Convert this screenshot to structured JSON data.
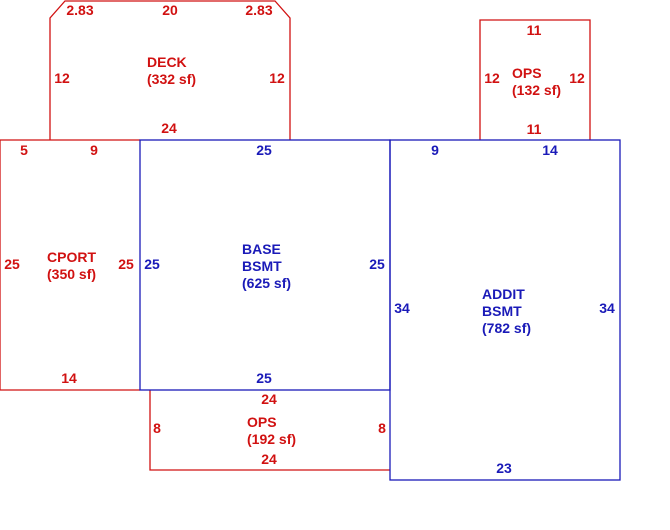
{
  "colors": {
    "red": "#d11111",
    "blue": "#1a1ab8"
  },
  "areas": {
    "deck": {
      "name": "DECK",
      "area": "(332 sf)",
      "top_left": "2.83",
      "top": "20",
      "top_right": "2.83",
      "left": "12",
      "right": "12",
      "bottom": "24"
    },
    "ops_top": {
      "name": "OPS",
      "area": "(132 sf)",
      "top": "11",
      "left": "12",
      "right": "12",
      "bottom": "11"
    },
    "cport": {
      "name": "CPORT",
      "area": "(350 sf)",
      "top_a": "5",
      "top_b": "9",
      "left": "25",
      "right": "25",
      "bottom": "14"
    },
    "base": {
      "name_line1": "BASE",
      "name_line2": "BSMT",
      "area": "(625 sf)",
      "top": "25",
      "left": "25",
      "right": "25",
      "bottom": "25"
    },
    "addit": {
      "name_line1": "ADDIT",
      "name_line2": "BSMT",
      "area": "(782 sf)",
      "top_a": "9",
      "top_b": "14",
      "left": "34",
      "right": "34",
      "bottom": "23"
    },
    "ops_bottom": {
      "name": "OPS",
      "area": "(192 sf)",
      "top": "24",
      "left": "8",
      "right": "8",
      "bottom": "24"
    }
  }
}
